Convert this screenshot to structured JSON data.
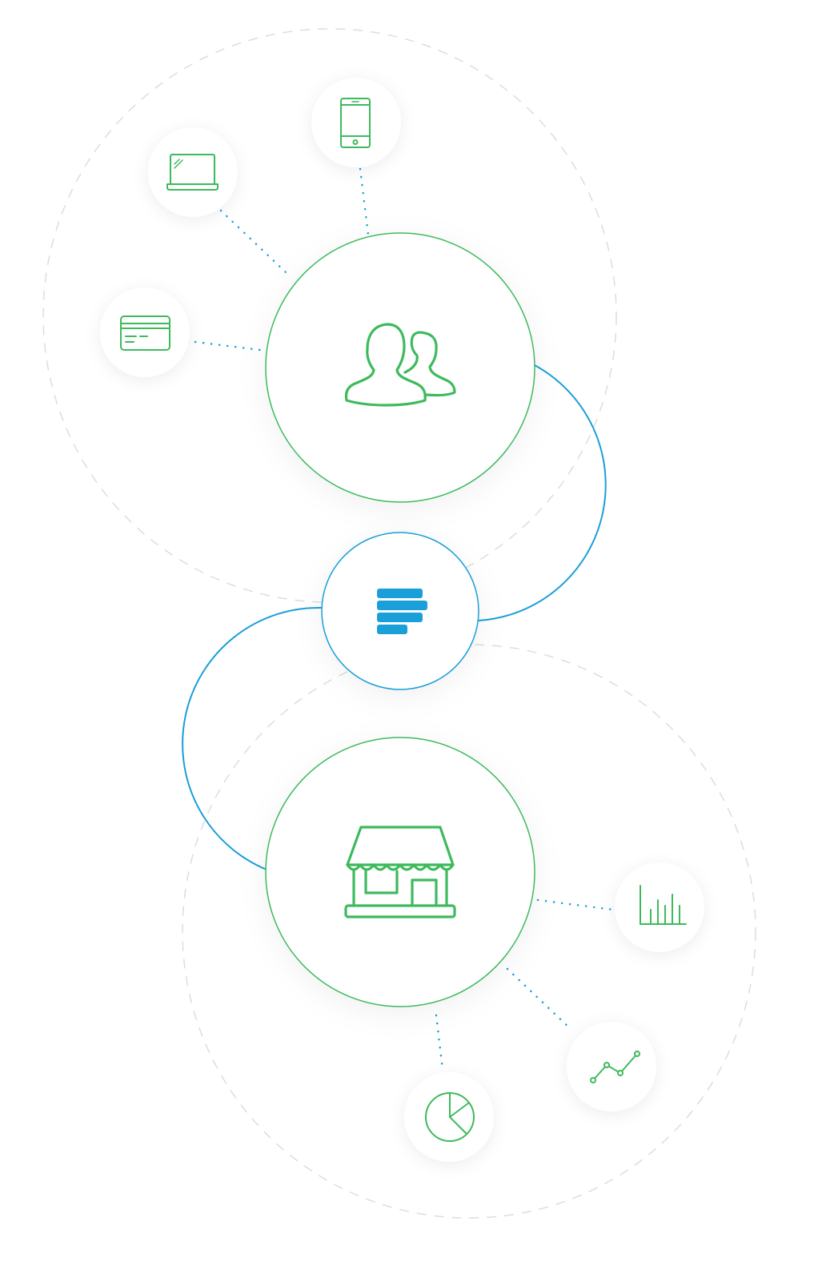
{
  "colors": {
    "accent_green": "#3dba5c",
    "accent_blue": "#1a9fd9",
    "orbit_gray": "#dddddd"
  },
  "diagram": {
    "hubs": [
      {
        "name": "users-hub",
        "icon": "users-icon"
      },
      {
        "name": "core-hub",
        "icon": "stacked-bars-logo-icon"
      },
      {
        "name": "store-hub",
        "icon": "storefront-icon"
      }
    ],
    "satellites": [
      {
        "name": "laptop-node",
        "icon": "laptop-icon",
        "connects_to": "users-hub"
      },
      {
        "name": "phone-node",
        "icon": "smartphone-icon",
        "connects_to": "users-hub"
      },
      {
        "name": "card-node",
        "icon": "credit-card-icon",
        "connects_to": "users-hub"
      },
      {
        "name": "bar-chart-node",
        "icon": "bar-chart-icon",
        "connects_to": "store-hub"
      },
      {
        "name": "line-chart-node",
        "icon": "line-chart-icon",
        "connects_to": "store-hub"
      },
      {
        "name": "pie-chart-node",
        "icon": "pie-chart-icon",
        "connects_to": "store-hub"
      }
    ]
  }
}
